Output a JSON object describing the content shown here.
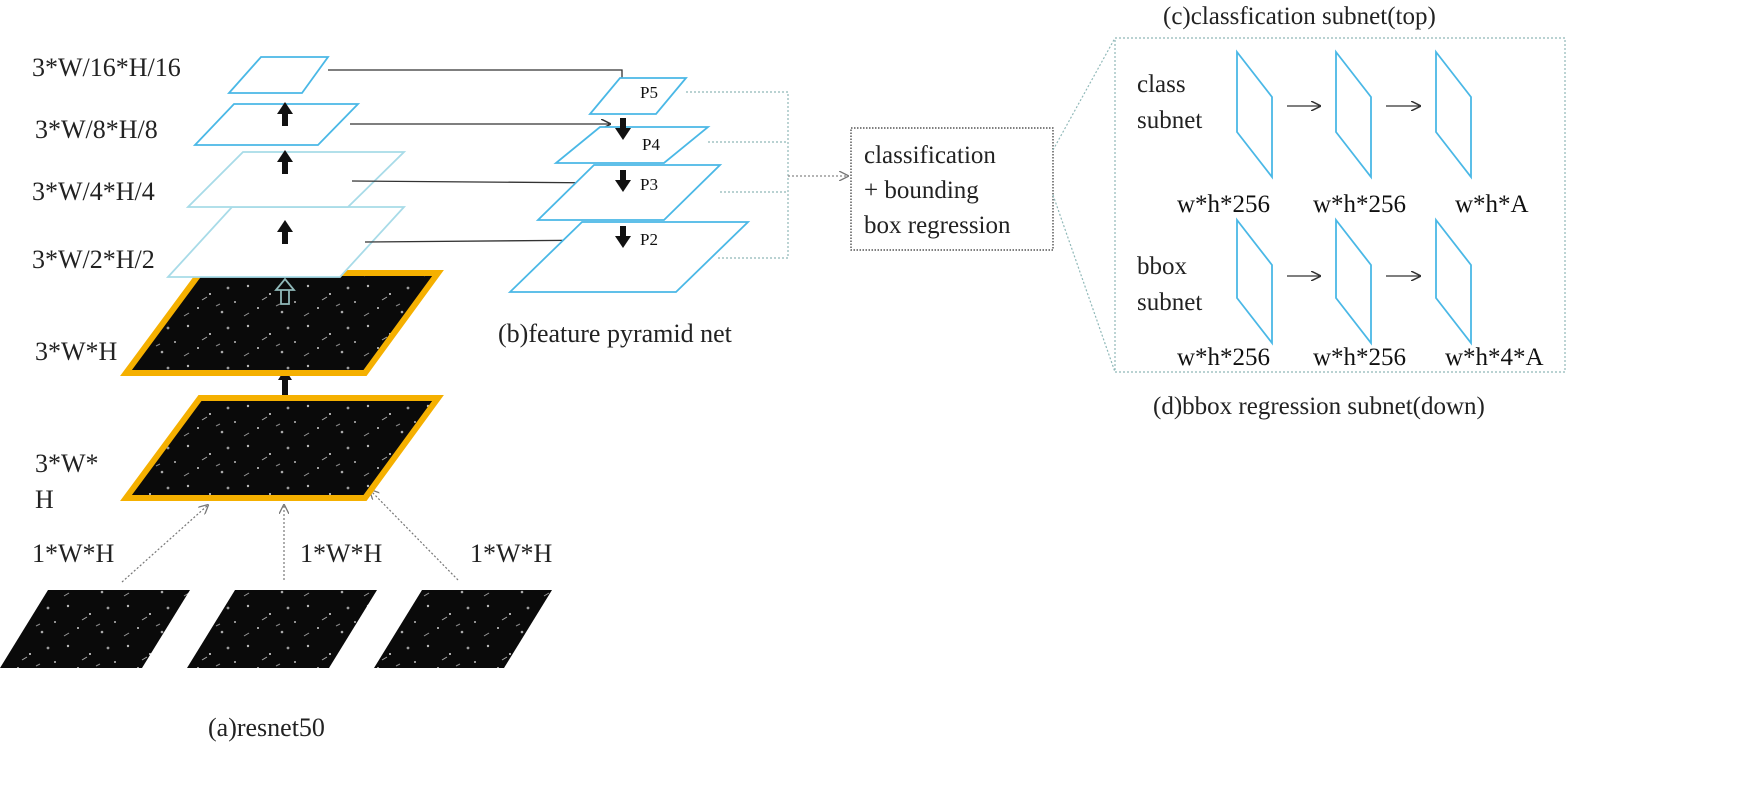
{
  "colors": {
    "blue": "#4ab8e6",
    "light_blue": "#a8dbe8",
    "orange": "#f5b000",
    "dark_fill": "#0a0a0a",
    "arrow": "#333333",
    "dotted": "#8fb8b8"
  },
  "resnet": {
    "caption": "(a)resnet50",
    "input_labels": [
      "1*W*H",
      "1*W*H",
      "1*W*H"
    ],
    "layer_labels": {
      "l16": "3*W/16*H/16",
      "l8": "3*W/8*H/8",
      "l4": "3*W/4*H/4",
      "l2": "3*W/2*H/2",
      "full": "3*W*H",
      "full_b_line1": "3*W*",
      "full_b_line2": "H"
    }
  },
  "fpn": {
    "caption": "(b)feature pyramid net",
    "levels": [
      "P5",
      "P4",
      "P3",
      "P2"
    ]
  },
  "head": {
    "line1": "classification",
    "line2": "+ bounding",
    "line3": "box regression"
  },
  "class_subnet": {
    "caption": "(c)classfication subnet(top)",
    "label_line1": "class",
    "label_line2": "subnet",
    "dims": [
      "w*h*256",
      "w*h*256",
      "w*h*A"
    ]
  },
  "bbox_subnet": {
    "caption": "(d)bbox regression subnet(down)",
    "label_line1": "bbox",
    "label_line2": "subnet",
    "dims": [
      "w*h*256",
      "w*h*256",
      "w*h*4*A"
    ]
  }
}
